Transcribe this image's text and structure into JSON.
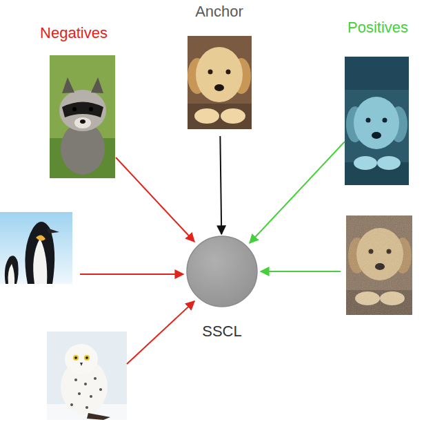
{
  "diagram": {
    "nodes": [
      {
        "text": [
          "Anchor"
        ]
      },
      {
        "text": [
          "SSCL"
        ]
      }
    ],
    "edges": [
      {
        "from": 0,
        "to": 1,
        "arrow": "to"
      }
    ],
    "labels": [
      "Negatives",
      "Positives"
    ]
  }
}
